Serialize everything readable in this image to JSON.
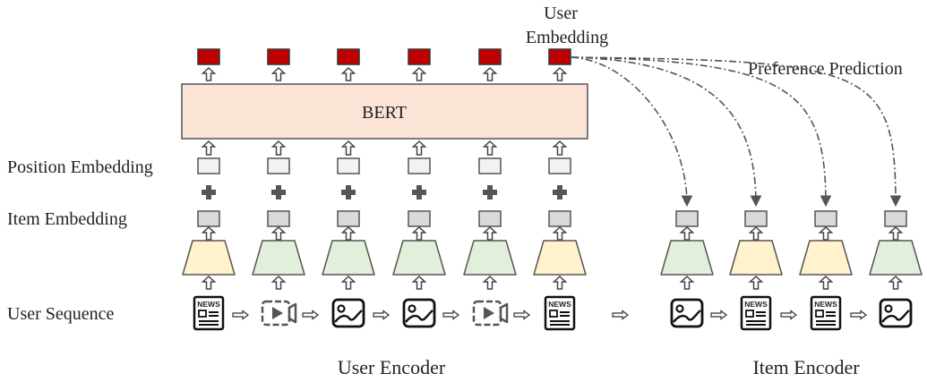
{
  "labels": {
    "user_embedding_line1": "User",
    "user_embedding_line2": "Embedding",
    "preference_prediction": "Preference Prediction",
    "bert": "BERT",
    "position_embedding": "Position Embedding",
    "item_embedding": "Item Embedding",
    "user_sequence": "User Sequence",
    "user_encoder": "User Encoder",
    "item_encoder": "Item Encoder",
    "news_badge": "NEWS"
  },
  "user_sequence": [
    {
      "type": "news-icon",
      "encoder_color": "yellow"
    },
    {
      "type": "video-icon",
      "encoder_color": "green"
    },
    {
      "type": "image-icon",
      "encoder_color": "green"
    },
    {
      "type": "image-icon",
      "encoder_color": "green"
    },
    {
      "type": "video-icon",
      "encoder_color": "green"
    },
    {
      "type": "news-icon",
      "encoder_color": "yellow"
    }
  ],
  "candidate_items": [
    {
      "type": "image-icon",
      "encoder_color": "green"
    },
    {
      "type": "news-icon",
      "encoder_color": "yellow"
    },
    {
      "type": "news-icon",
      "encoder_color": "yellow"
    },
    {
      "type": "image-icon",
      "encoder_color": "green"
    }
  ],
  "colors": {
    "output_embedding": "#c00000",
    "bert_fill": "#fbe3d6",
    "embedding_gray": "#d9d9d9",
    "position_gray": "#f2f2f2",
    "encoder_yellow": "#fff2cc",
    "encoder_green": "#e2efda",
    "stroke": "#555555"
  }
}
